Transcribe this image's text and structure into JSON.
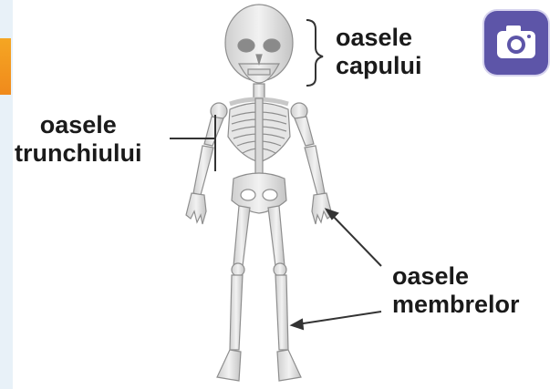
{
  "labels": {
    "head": [
      "oasele",
      "capului"
    ],
    "trunk": [
      "oasele",
      "trunchiului"
    ],
    "limbs": [
      "oasele",
      "membrelor"
    ]
  },
  "camera": {
    "icon": "camera-icon",
    "color": "#5d55a8"
  },
  "accent_color": "#f39c1f"
}
